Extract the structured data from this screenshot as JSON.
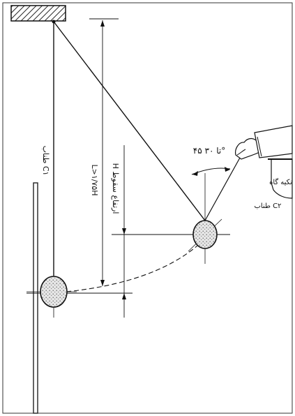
{
  "labels": {
    "cable_c1": "طناب C۱",
    "length_dim": "L>۱/۷۵H",
    "height_dim": "H ارتفاع سقوط",
    "angle": "۴۵ تا ۳۰°",
    "cable_c2": "طناب C۲",
    "support": "تکیه گاه"
  },
  "colors": {
    "line": "#111111",
    "hatch": "#222222",
    "sack_fill": "#e6e6e6",
    "sack_dots": "#555555"
  }
}
